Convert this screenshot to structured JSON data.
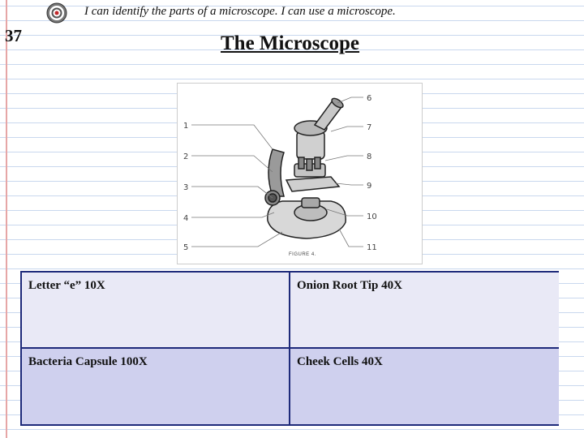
{
  "header": {
    "objective": "I can identify the parts of a microscope. I can use a microscope.",
    "page_number": "37",
    "title": "The Microscope",
    "icon": "target-icon"
  },
  "figure": {
    "caption": "FIGURE 4.",
    "left_labels": [
      "1",
      "2",
      "3",
      "4",
      "5"
    ],
    "right_labels": [
      "6",
      "7",
      "8",
      "9",
      "10",
      "11"
    ]
  },
  "observations": [
    [
      "Letter “e” 10X",
      "Onion Root Tip 40X"
    ],
    [
      "Bacteria Capsule 100X",
      "Cheek Cells 40X"
    ]
  ]
}
